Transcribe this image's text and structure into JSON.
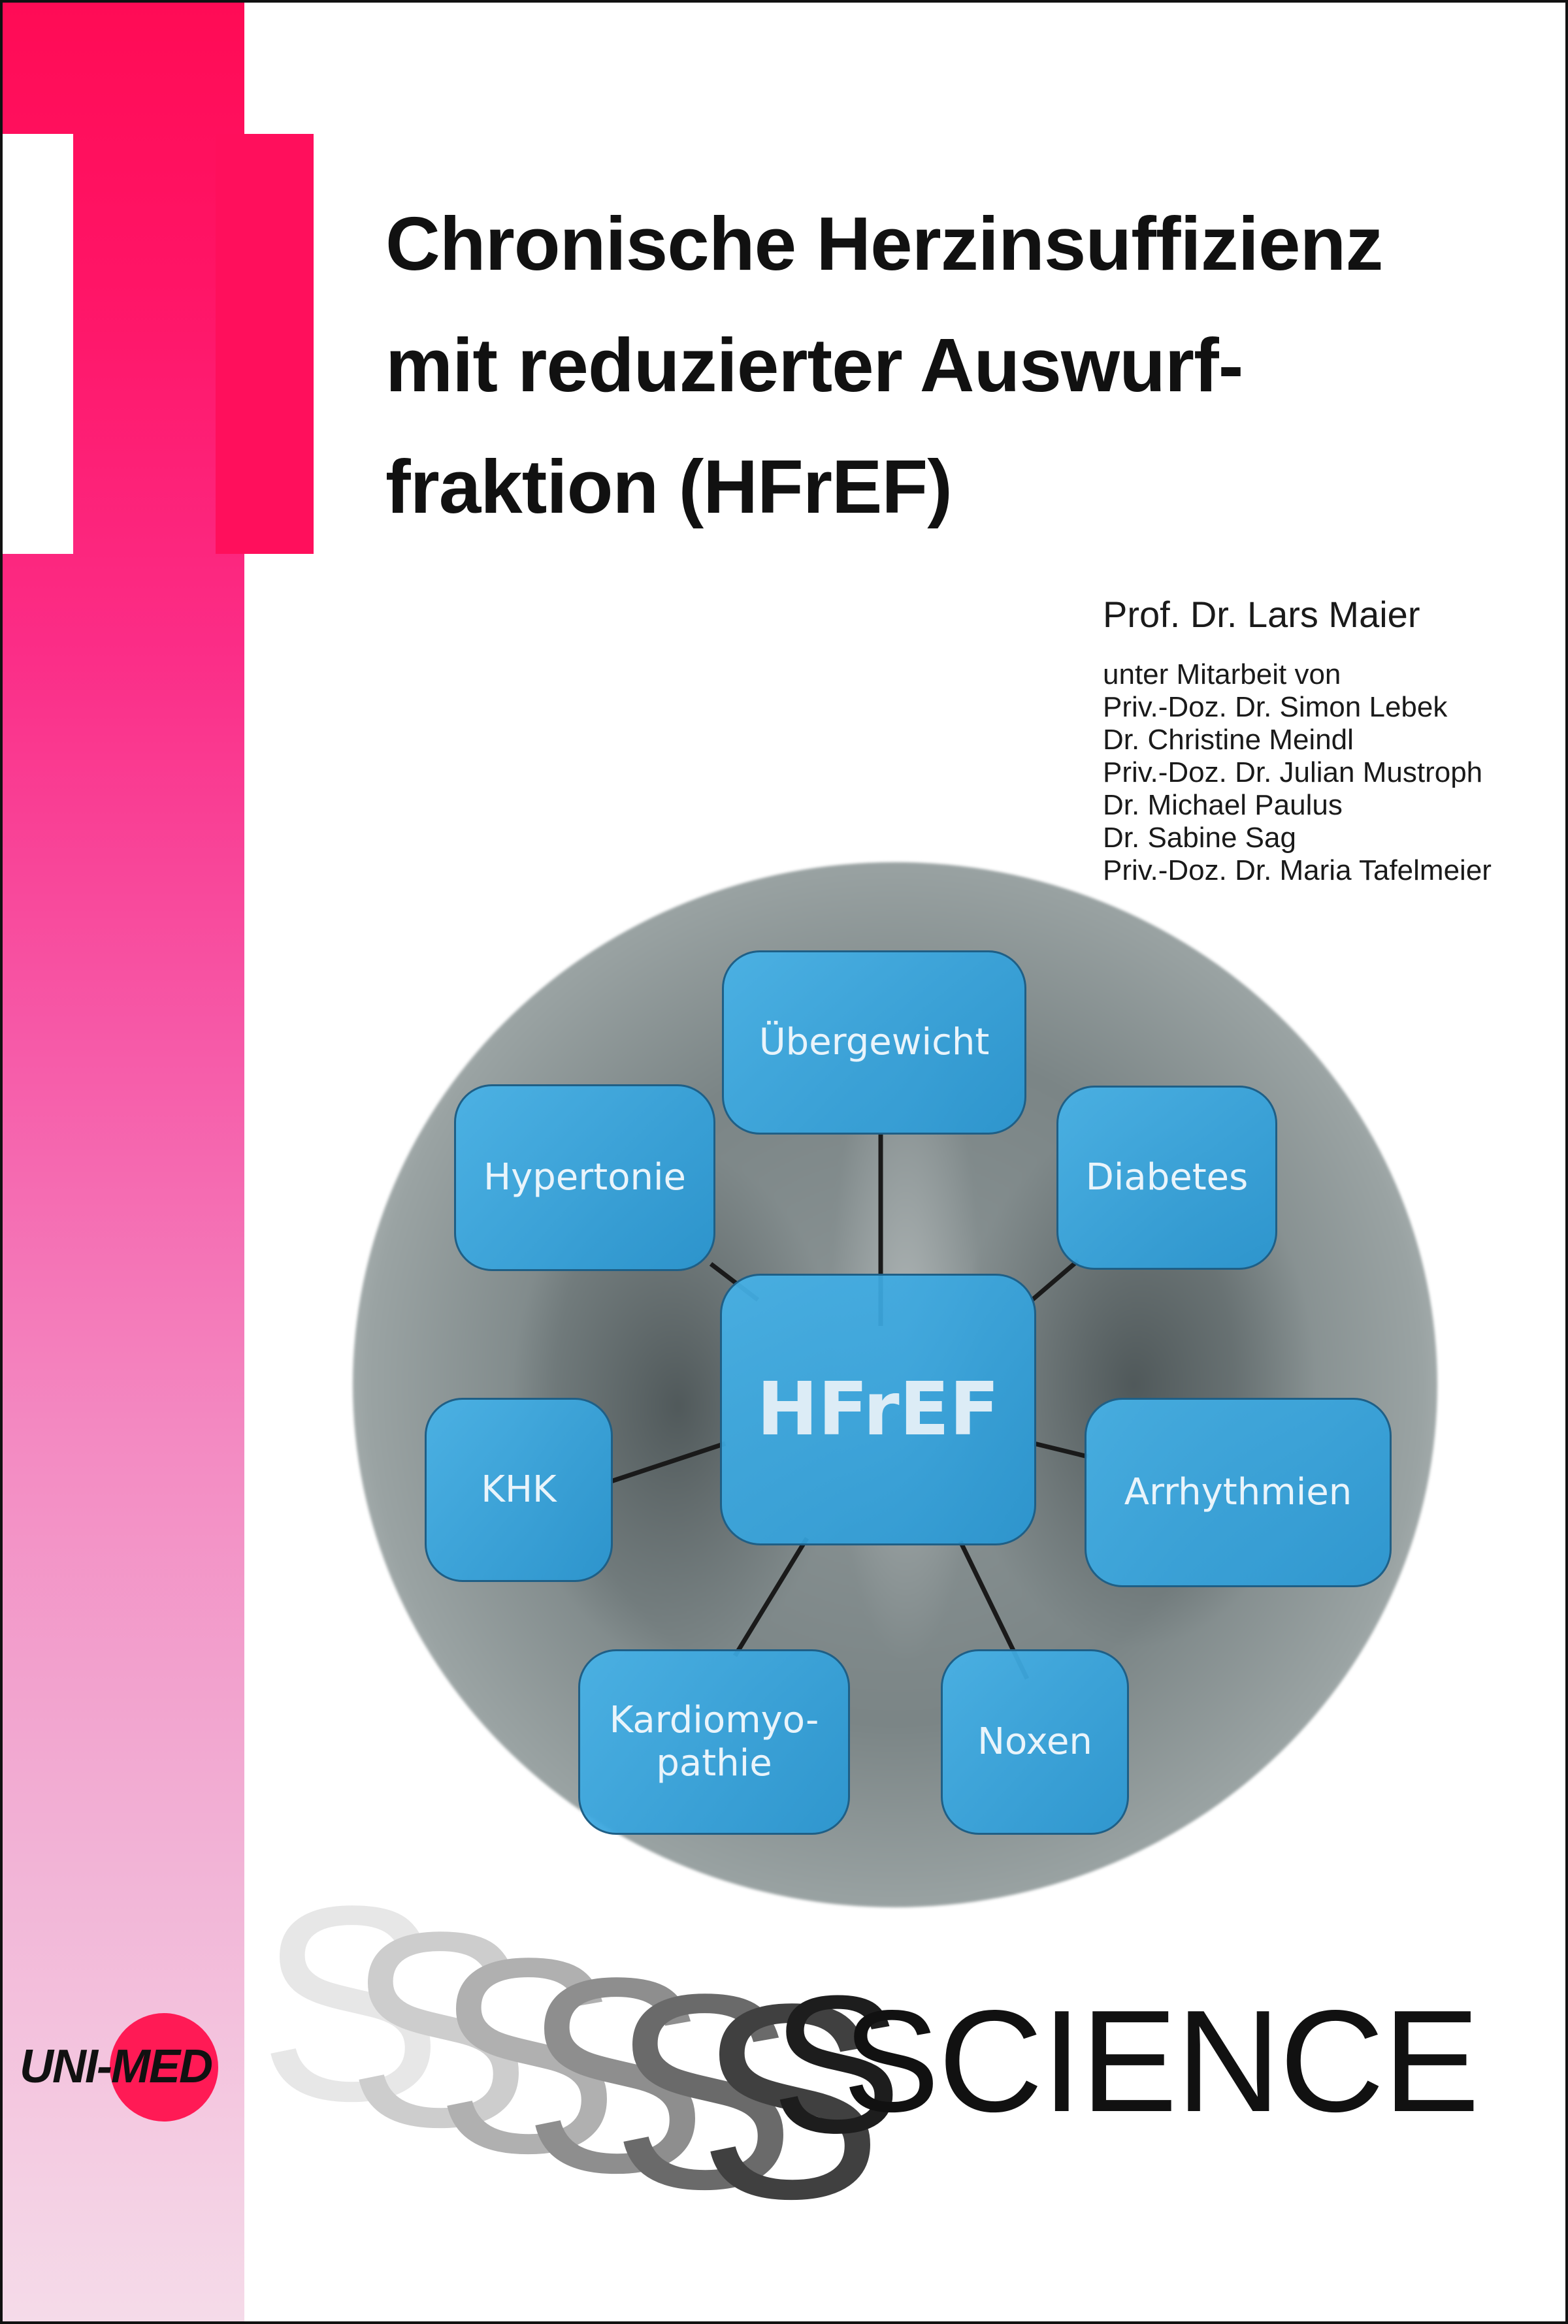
{
  "cover": {
    "title_lines": [
      "Chronische Herzinsuffizienz",
      "mit reduzierter Auswurf-",
      "fraktion (HFrEF)"
    ],
    "author": "Prof. Dr. Lars Maier",
    "contributors_intro": "unter Mitarbeit von",
    "contributors": [
      "Priv.-Doz. Dr. Simon Lebek",
      "Dr. Christine Meindl",
      "Priv.-Doz. Dr. Julian Mustroph",
      "Dr. Michael Paulus",
      "Dr. Sabine Sag",
      "Priv.-Doz. Dr. Maria Tafelmeier"
    ],
    "diagram": {
      "center": "HFrEF",
      "nodes": {
        "top": "Übergewicht",
        "upper_left": "Hypertonie",
        "upper_right": "Diabetes",
        "left": "KHK",
        "right": "Arrhythmien",
        "lower_left": "Kardiomyo-\npathie",
        "lower_right": "Noxen"
      }
    },
    "series": {
      "repeated_letter": "S",
      "word": "SCIENCE"
    },
    "publisher": "UNI-MED"
  },
  "colors": {
    "accent_pink": "#ff0f5c",
    "box_blue": "#3aa7df",
    "text_dark": "#111111"
  }
}
